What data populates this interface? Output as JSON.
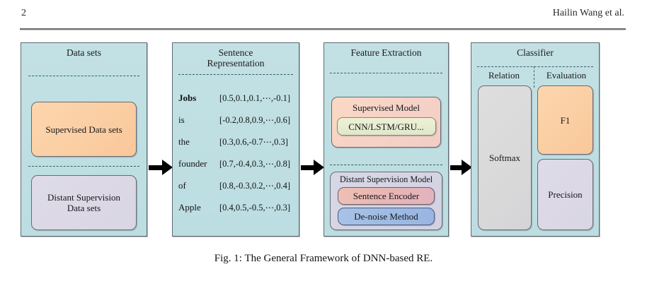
{
  "header": {
    "page_number": "2",
    "running_head": "Hailin Wang et al."
  },
  "figure": {
    "caption": "Fig. 1: The General Framework of DNN-based RE.",
    "panels": [
      {
        "title": "Data sets",
        "boxes": [
          {
            "label": "Supervised Data sets",
            "color": "#fbcfa4"
          },
          {
            "label": "Distant Supervision\nData sets",
            "line1": "Distant Supervision",
            "line2": "Data sets",
            "color": "#dcd8e6"
          }
        ]
      },
      {
        "title_line1": "Sentence",
        "title_line2": "Representation",
        "rows": [
          {
            "word": "Jobs",
            "vector": "[0.5,0.1,0.1,⋯,-0.1]",
            "bold": true
          },
          {
            "word": "is",
            "vector": "[-0.2,0.8,0.9,⋯,0.6]",
            "bold": false
          },
          {
            "word": "the",
            "vector": "[0.3,0.6,-0.7⋯,0.3]",
            "bold": false
          },
          {
            "word": "founder",
            "vector": "[0.7,-0.4,0.3,⋯,0.8]",
            "bold": false
          },
          {
            "word": "of",
            "vector": "[0.8,-0.3,0.2,⋯,0.4]",
            "bold": false
          },
          {
            "word": "Apple",
            "vector": "[0.4,0.5,-0.5,⋯,0.3]",
            "bold": false
          }
        ]
      },
      {
        "title": "Feature Extraction",
        "supervised_model": {
          "label": "Supervised Model",
          "inner": "CNN/LSTM/GRU...",
          "color": "#f7d3c6"
        },
        "distant_model": {
          "label": "Distant Supervision Model",
          "inner1": "Sentence Encoder",
          "inner2": "De-noise Method",
          "color": "#d5d4e4"
        }
      },
      {
        "title": "Classifier",
        "col1_header": "Relation",
        "col2_header": "Evaluation",
        "boxes": [
          {
            "label": "Softmax",
            "color": "#d9d9da"
          },
          {
            "label": "F1",
            "color": "#fbcfa4"
          },
          {
            "label": "Precision",
            "color": "#dcd8e6"
          }
        ]
      }
    ],
    "arrows": [
      {
        "name": "arrow-datasets-to-sentence"
      },
      {
        "name": "arrow-sentence-to-feature"
      },
      {
        "name": "arrow-feature-to-classifier"
      }
    ]
  },
  "colors": {
    "panel_fill": "#c0dfe3",
    "panel_border": "#5d6a70",
    "dash": "#2f5f66",
    "arrow": "#000000"
  }
}
